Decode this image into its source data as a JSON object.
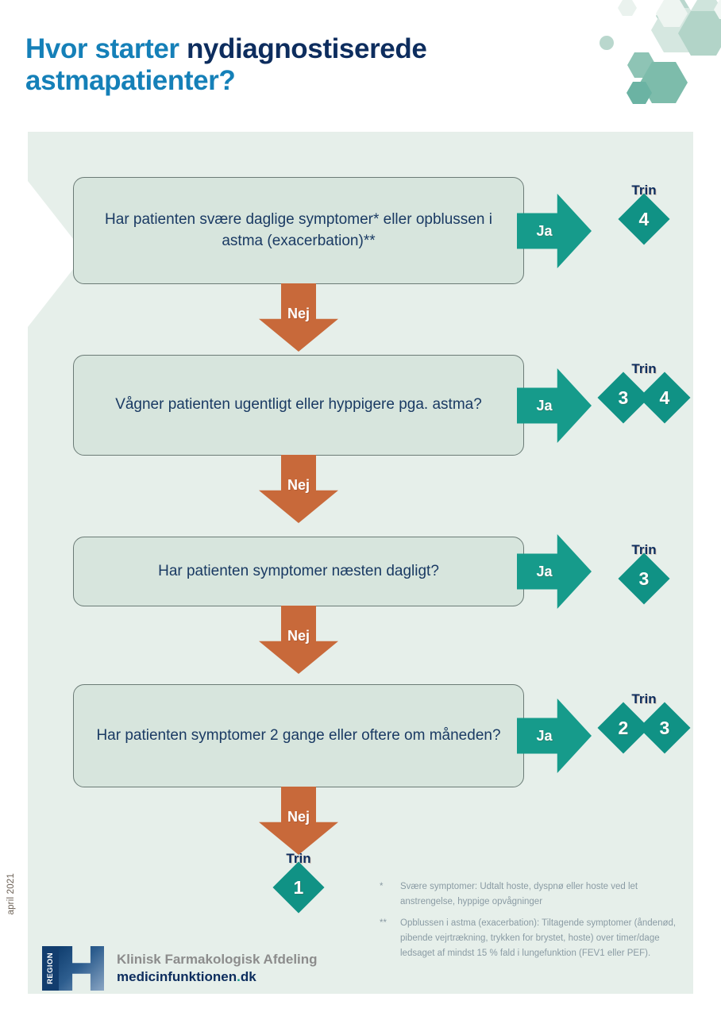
{
  "title": {
    "part1": "Hvor starter ",
    "part2": "nydiagnostiserede",
    "part3": "astmapatienter?"
  },
  "colors": {
    "title_light": "#1580b8",
    "title_dark": "#0d2d5e",
    "panel_bg": "#e6efea",
    "box_bg": "#d7e5dd",
    "teal": "#169b8b",
    "diamond_teal": "#109285",
    "orange": "#c8693a",
    "footnote_gray": "#8a9ba4"
  },
  "flow": {
    "steps": [
      {
        "question": "Har patienten svære daglige symptomer* eller opblussen i astma (exacerbation)**",
        "yes_label": "Ja",
        "no_label": "Nej",
        "trin_label": "Trin",
        "trin_values": [
          "4"
        ]
      },
      {
        "question": "Vågner patienten ugentligt eller hyppigere pga. astma?",
        "yes_label": "Ja",
        "no_label": "Nej",
        "trin_label": "Trin",
        "trin_values": [
          "3",
          "4"
        ]
      },
      {
        "question": "Har patienten symptomer næsten dagligt?",
        "yes_label": "Ja",
        "no_label": "Nej",
        "trin_label": "Trin",
        "trin_values": [
          "3"
        ]
      },
      {
        "question": "Har patienten symptomer 2 gange eller oftere om måneden?",
        "yes_label": "Ja",
        "no_label": "Nej",
        "trin_label": "Trin",
        "trin_values": [
          "2",
          "3"
        ]
      }
    ],
    "final": {
      "trin_label": "Trin",
      "trin_value": "1"
    }
  },
  "footnotes": [
    {
      "mark": "*",
      "text": "Svære symptomer: Udtalt hoste, dyspnø eller hoste ved let anstrengelse, hyppige opvågninger"
    },
    {
      "mark": "**",
      "text": "Opblussen i astma (exacerbation): Tiltagende symptomer (åndenød, pibende vejrtrækning, trykken for brystet, hoste) over timer/dage ledsaget af mindst 15 % fald i lungefunktion (FEV1 eller PEF)."
    }
  ],
  "footer": {
    "date": "april 2021",
    "logo_badge": "REGION",
    "org_line1": "Klinisk Farmakologisk Afdeling",
    "org_line2_main": "medicinfunktionen",
    "org_line2_dot": ".",
    "org_line2_tld": "dk"
  }
}
